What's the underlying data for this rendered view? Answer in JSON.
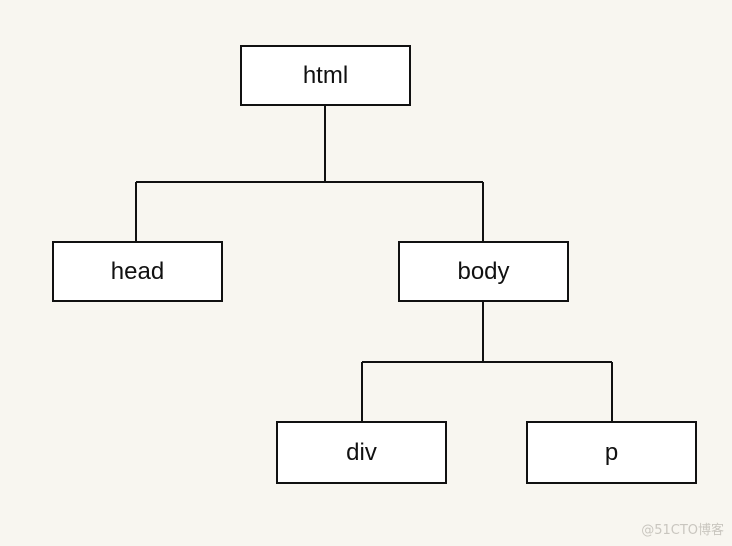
{
  "nodes": {
    "html": "html",
    "head": "head",
    "body": "body",
    "div": "div",
    "p": "p"
  },
  "watermark": "@51CTO博客",
  "colors": {
    "background": "#f8f6f0",
    "box_fill": "#ffffff",
    "stroke": "#111111"
  }
}
